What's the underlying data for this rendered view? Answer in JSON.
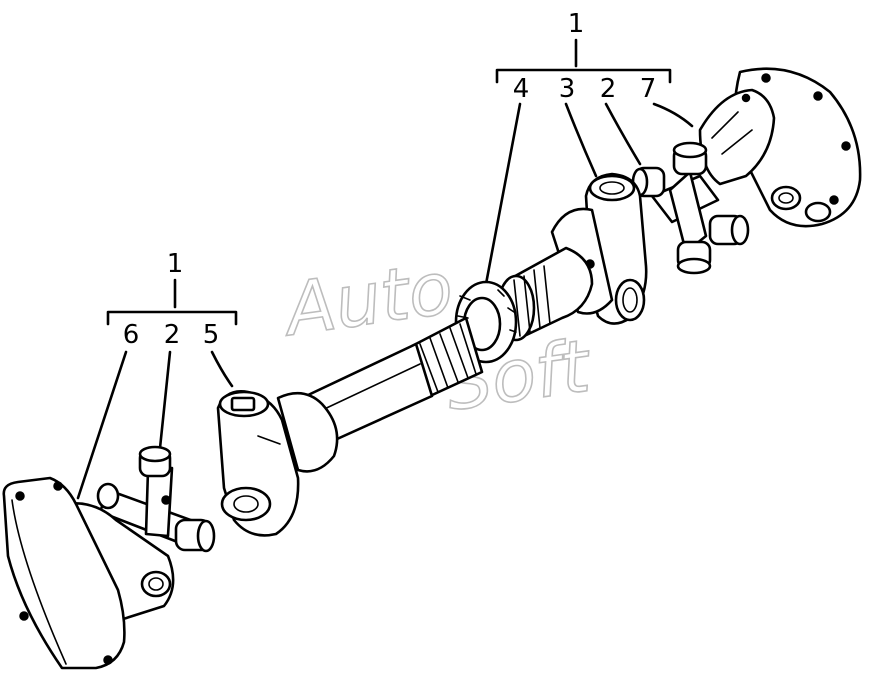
{
  "diagram": {
    "groups": [
      {
        "id": "upper",
        "header": "1",
        "callouts": [
          "4",
          "3",
          "2",
          "7"
        ]
      },
      {
        "id": "lower",
        "header": "1",
        "callouts": [
          "6",
          "2",
          "5"
        ]
      }
    ],
    "watermark": "AutoSoft",
    "colors": {
      "line": "#000000",
      "background": "#ffffff",
      "watermark": "#9a9a9a"
    }
  }
}
